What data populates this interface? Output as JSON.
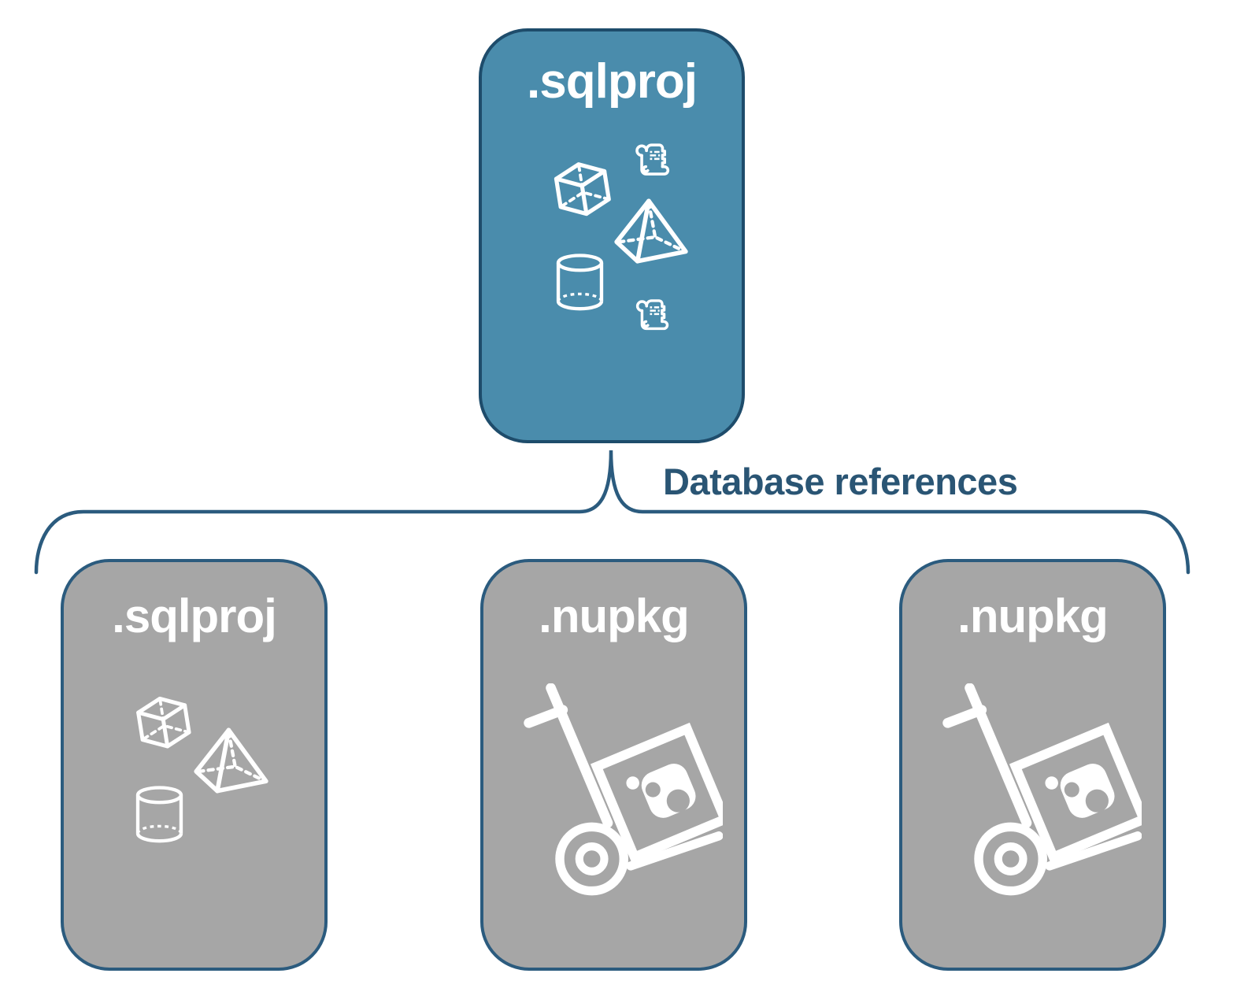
{
  "diagram": {
    "colors": {
      "primary_fill": "#4A8CAC",
      "primary_border": "#1E4C6B",
      "gray_fill": "#A6A6A6",
      "gray_border": "#2B5B7E",
      "connector": "#2B5B7E",
      "connector_label_text": "#2A5574",
      "icon_color": "#FFFFFF"
    },
    "root": {
      "label": ".sqlproj",
      "icons": [
        "cube-icon",
        "script-scroll-icon",
        "pyramid-icon",
        "cylinder-icon",
        "script-scroll-icon"
      ]
    },
    "connector": {
      "label": "Database references"
    },
    "children": [
      {
        "label": ".sqlproj",
        "icons": [
          "cube-icon",
          "pyramid-icon",
          "cylinder-icon"
        ]
      },
      {
        "label": ".nupkg",
        "icons": [
          "nuget-handtruck-icon"
        ]
      },
      {
        "label": ".nupkg",
        "icons": [
          "nuget-handtruck-icon"
        ]
      }
    ]
  }
}
